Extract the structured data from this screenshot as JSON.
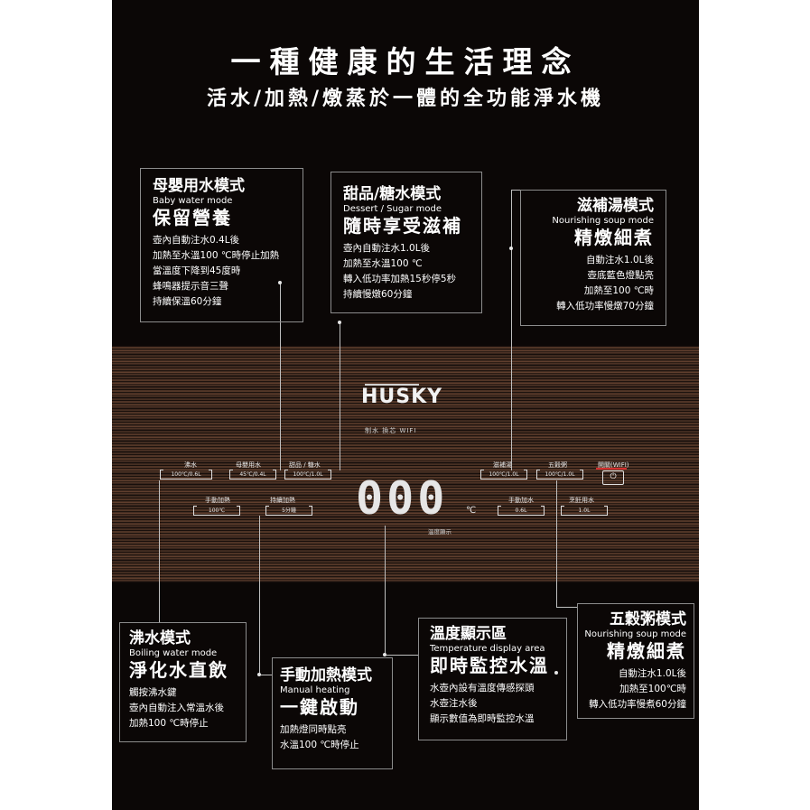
{
  "header": {
    "title": "一種健康的生活理念",
    "subtitle": "活水/加熱/燉蒸於一體的全功能淨水機"
  },
  "modes": {
    "baby": {
      "title": "母嬰用水模式",
      "english": "Baby water mode",
      "headline": "保留營養",
      "lines": [
        "壺內自動注水0.4L後",
        "加熱至水溫100 ℃時停止加熱",
        "當溫度下降到45度時",
        "蜂鳴器提示音三聲",
        "持續保溫60分鐘"
      ]
    },
    "dessert": {
      "title": "甜品/糖水模式",
      "english": "Dessert / Sugar mode",
      "headline": "隨時享受滋補",
      "lines": [
        "壺內自動注水1.0L後",
        "加熱至水溫100 ℃",
        "轉入低功率加熱15秒停5秒",
        "持續慢燉60分鐘"
      ]
    },
    "soup": {
      "title": "滋補湯模式",
      "english": "Nourishing soup mode",
      "headline": "精燉細煮",
      "lines": [
        "自動注水1.0L後",
        "壺底藍色燈點亮",
        "加熱至100 ℃時",
        "轉入低功率慢燉70分鐘"
      ]
    },
    "boiling": {
      "title": "沸水模式",
      "english": "Boiling water mode",
      "headline": "淨化水直飲",
      "lines": [
        "觸按沸水鍵",
        "壺內自動注入常溫水後",
        "加熱100 ℃時停止"
      ]
    },
    "manual": {
      "title": "手動加熱模式",
      "english": "Manual heating",
      "headline": "一鍵啟動",
      "lines": [
        "加熱燈同時點亮",
        "水溫100 ℃時停止"
      ]
    },
    "temp": {
      "title": "溫度顯示區",
      "english": "Temperature display area",
      "headline": "即時監控水溫",
      "lines": [
        "水壺內設有溫度傳感探頭",
        "水壺注水後",
        "顯示數值為即時監控水溫"
      ]
    },
    "grain": {
      "title": "五穀粥模式",
      "english": "Nourishing soup mode",
      "headline": "精燉細煮",
      "lines": [
        "自動注水1.0L後",
        "加熱至100℃時",
        "轉入低功率慢煮60分鐘"
      ]
    }
  },
  "panel": {
    "brand": "HUSKY",
    "indicators": "制水  換芯   WIFI",
    "display": "000",
    "unit": "℃",
    "display_label": "溫度顯示",
    "power_icon": "power-icon",
    "buttons": {
      "boil": {
        "label": "沸水",
        "value": "100℃/0.6L"
      },
      "baby": {
        "label": "母嬰用水",
        "value": "45℃/0.4L"
      },
      "dessert": {
        "label": "甜品 / 糖水",
        "value": "100℃/1.0L"
      },
      "soup": {
        "label": "滋補湯",
        "value": "100℃/1.0L"
      },
      "grain": {
        "label": "五穀粥",
        "value": "100℃/1.0L"
      },
      "power": {
        "label": "開關(WIFI)"
      },
      "manual": {
        "label": "手動加熱",
        "value": "100℃"
      },
      "keep": {
        "label": "持續加熱",
        "value": "5分鐘"
      },
      "autofill": {
        "label": "手動加水",
        "value": "0.6L"
      },
      "fresh": {
        "label": "烹飪用水",
        "value": "1.0L"
      }
    }
  }
}
